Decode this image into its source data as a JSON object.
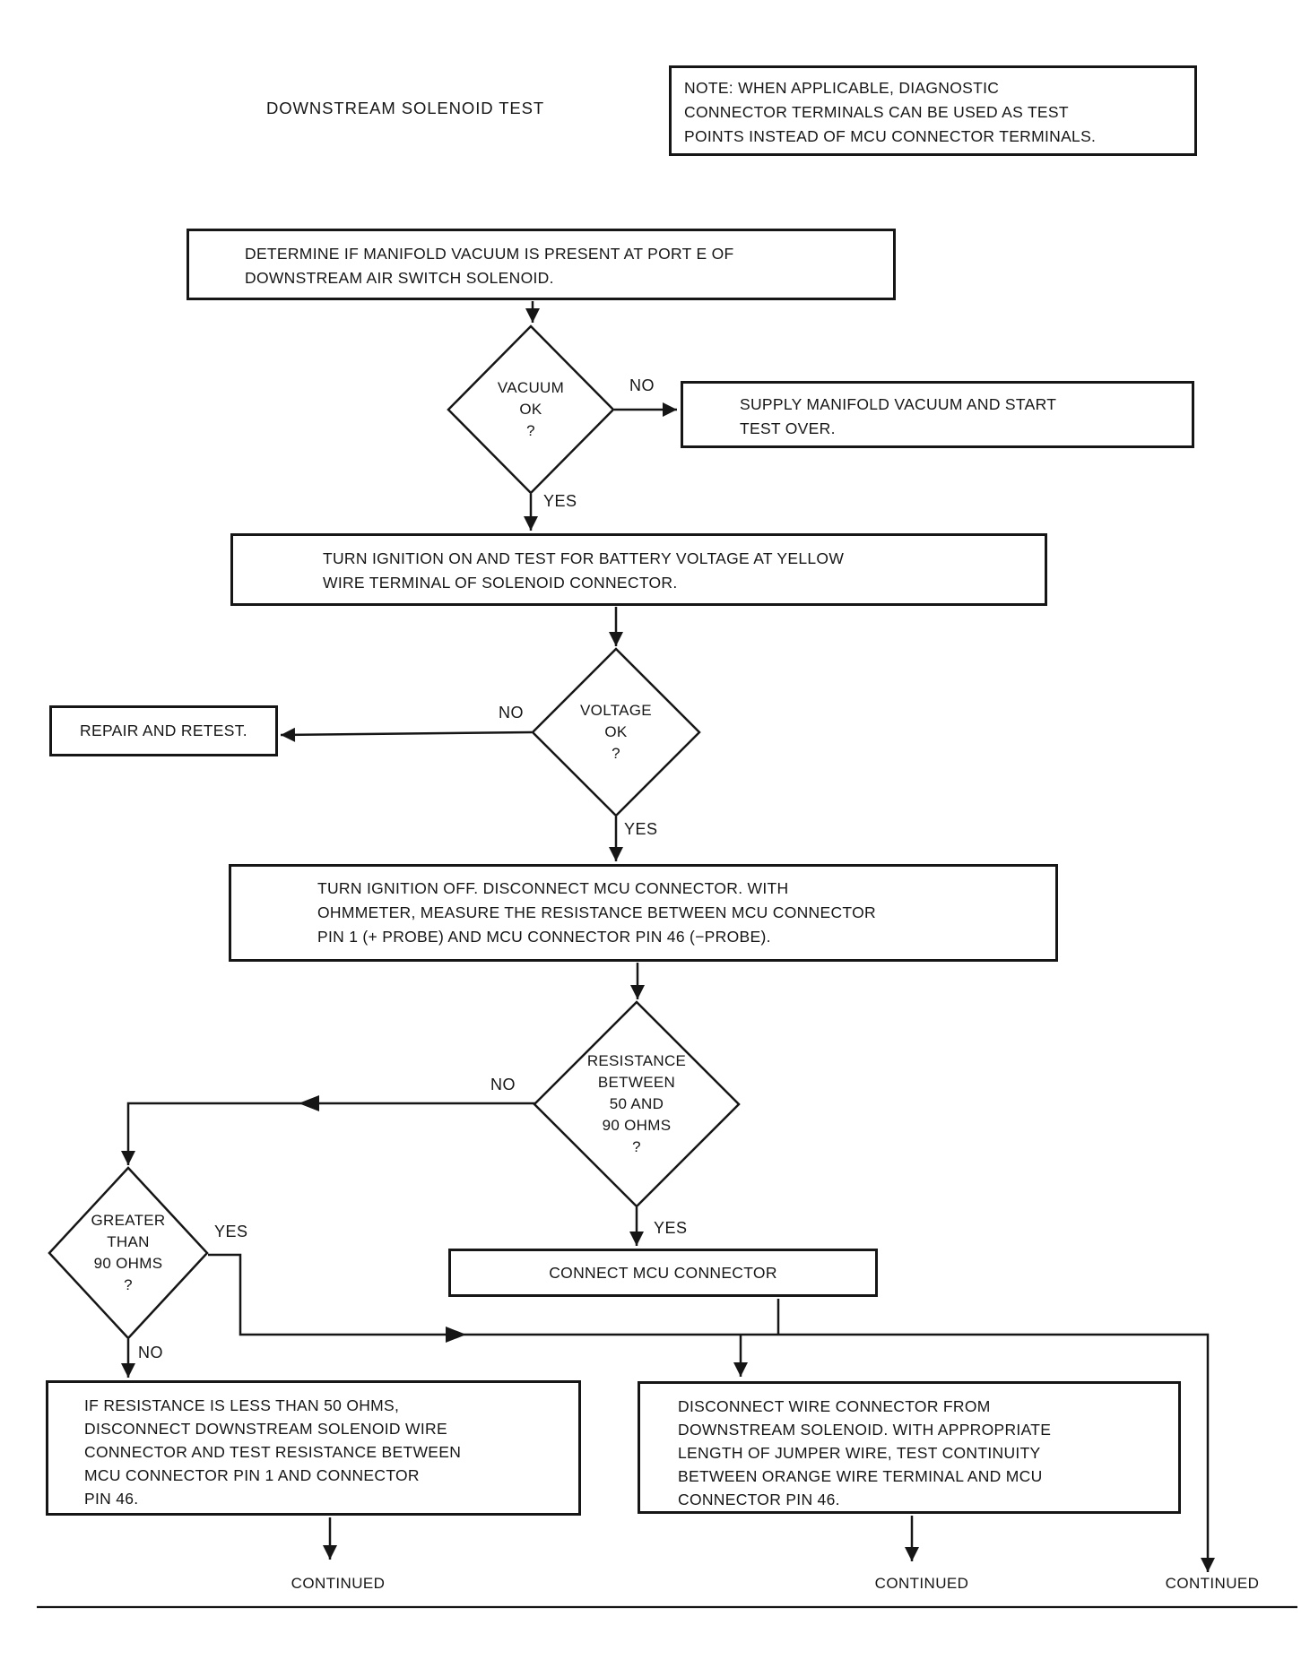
{
  "page": {
    "title": "DOWNSTREAM SOLENOID TEST",
    "note": "NOTE: WHEN APPLICABLE, DIAGNOSTIC\nCONNECTOR TERMINALS CAN BE USED AS TEST\nPOINTS INSTEAD OF MCU CONNECTOR TERMINALS."
  },
  "nodes": {
    "determine_vacuum": "DETERMINE IF MANIFOLD VACUUM IS PRESENT AT PORT E OF\nDOWNSTREAM AIR SWITCH SOLENOID.",
    "vacuum_ok": "VACUUM\nOK\n?",
    "supply_vacuum": "SUPPLY MANIFOLD VACUUM AND START\nTEST OVER.",
    "ignition_on": "TURN IGNITION ON AND TEST FOR BATTERY VOLTAGE AT YELLOW\nWIRE TERMINAL OF SOLENOID CONNECTOR.",
    "voltage_ok": "VOLTAGE\nOK\n?",
    "repair_retest": "REPAIR AND RETEST.",
    "ignition_off": "TURN IGNITION OFF. DISCONNECT MCU CONNECTOR. WITH\nOHMMETER, MEASURE THE RESISTANCE BETWEEN MCU CONNECTOR\nPIN 1 (+ PROBE) AND MCU CONNECTOR PIN 46 (−PROBE).",
    "resistance_50_90": "RESISTANCE\nBETWEEN\n50 AND\n90 OHMS\n?",
    "connect_mcu": "CONNECT MCU CONNECTOR",
    "greater_90": "GREATER\nTHAN\n90 OHMS\n?",
    "less_than_50": "IF RESISTANCE IS LESS THAN 50 OHMS,\nDISCONNECT DOWNSTREAM SOLENOID WIRE\nCONNECTOR AND TEST RESISTANCE BETWEEN\nMCU CONNECTOR PIN 1 AND CONNECTOR\nPIN 46.",
    "disconnect_wire": "DISCONNECT WIRE CONNECTOR FROM\nDOWNSTREAM SOLENOID. WITH APPROPRIATE\nLENGTH OF JUMPER WIRE, TEST CONTINUITY\nBETWEEN ORANGE WIRE TERMINAL AND MCU\nCONNECTOR PIN 46."
  },
  "labels": {
    "yes": "YES",
    "no": "NO",
    "continued": "CONTINUED"
  },
  "colors": {
    "ink": "#161616",
    "paper": "#ffffff"
  }
}
